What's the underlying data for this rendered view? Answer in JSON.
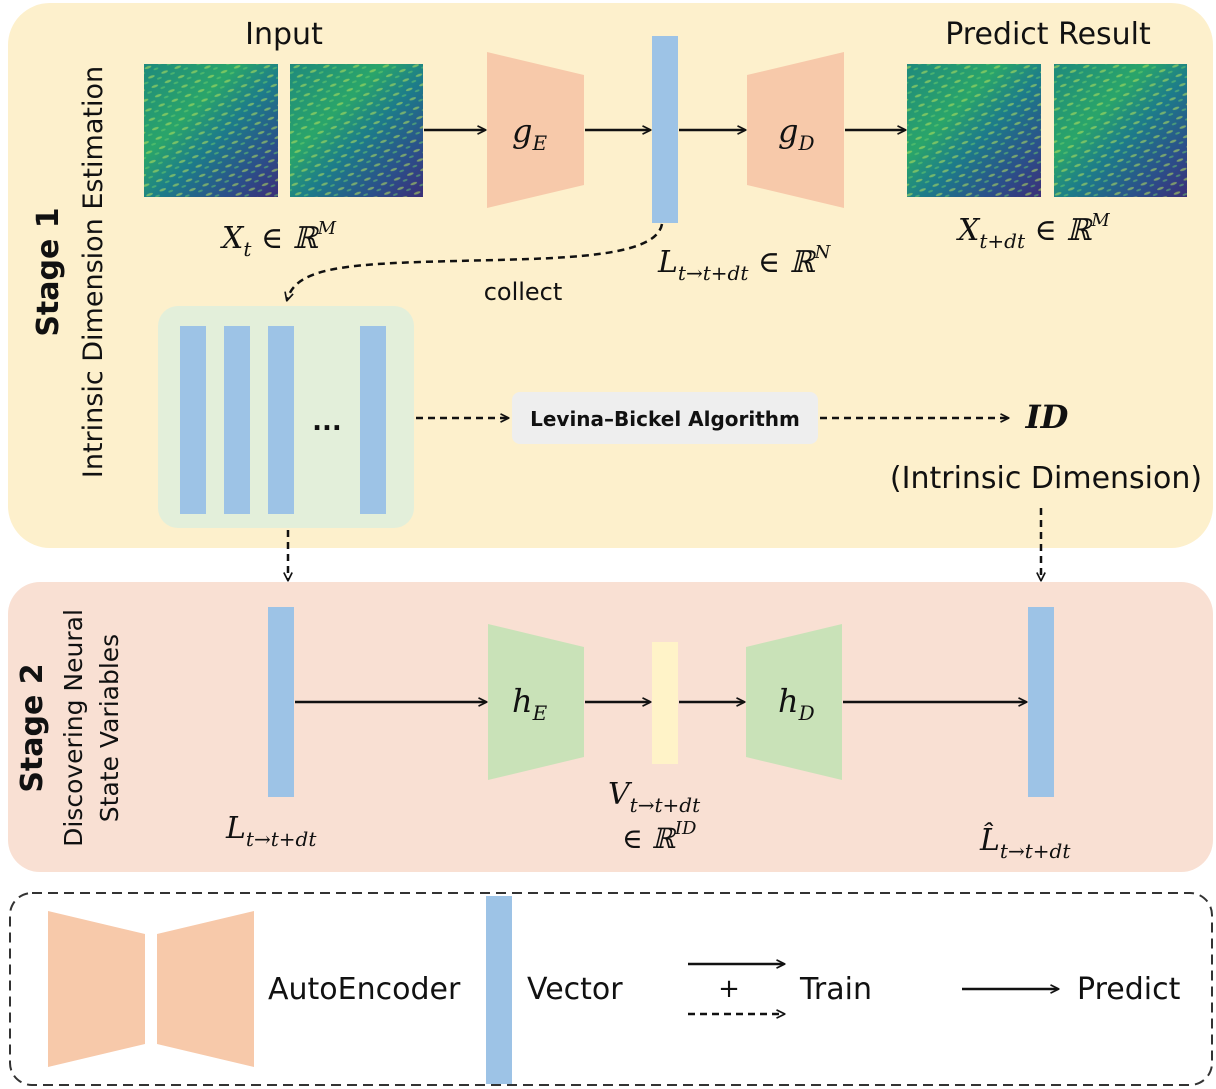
{
  "stage1": {
    "title": "Stage 1",
    "subtitle": "Intrinsic Dimension Estimation",
    "input_label": "Input",
    "output_label": "Predict Result",
    "x_t": "X",
    "x_t_sub": "t",
    "x_t_set": " ∈ ℝ",
    "x_t_sup": "M",
    "x_tdt": "X",
    "x_tdt_sub": "t+dt",
    "x_tdt_set": " ∈ ℝ",
    "x_tdt_sup": "M",
    "encoder": "g",
    "encoder_sub": "E",
    "decoder": "g",
    "decoder_sub": "D",
    "latent": "L",
    "latent_sub": "t→t+dt",
    "latent_set": " ∈ ℝ",
    "latent_sup": "N",
    "collect_label": "collect",
    "ellipsis": "...",
    "algorithm_label": "Levina–Bickel Algorithm",
    "id_label": "ID",
    "id_caption": "(Intrinsic Dimension)"
  },
  "stage2": {
    "title": "Stage 2",
    "subtitle_line1": "Discovering Neural",
    "subtitle_line2": "State Variables",
    "encoder": "h",
    "encoder_sub": "E",
    "decoder": "h",
    "decoder_sub": "D",
    "input_vec": "L",
    "input_vec_sub": "t→t+dt",
    "state_vec": "V",
    "state_vec_sub": "t→t+dt",
    "state_vec_set": "∈ ℝ",
    "state_vec_sup": "ID",
    "output_vec": "L̂",
    "output_vec_sub": "t→t+dt"
  },
  "legend": {
    "autoencoder": "AutoEncoder",
    "vector": "Vector",
    "plus": "+",
    "train": "Train",
    "predict": "Predict"
  },
  "colors": {
    "stage1_bg": "#fdf0cc",
    "stage2_bg": "#f9e0d3",
    "collector_bg": "#e3efda",
    "vector": "#9dc3e6",
    "small_state": "#fff3c8",
    "autoencoder_orange": "#f7c9aa",
    "autoencoder_green": "#c9e2b8",
    "algo_box": "#eeeeee"
  }
}
